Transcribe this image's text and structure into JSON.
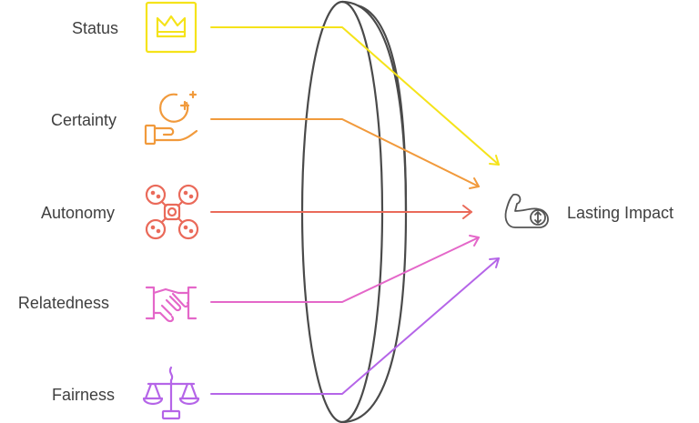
{
  "diagram": {
    "inputs": [
      {
        "label": "Status",
        "icon": "crown-icon",
        "color": "#f5e31a"
      },
      {
        "label": "Certainty",
        "icon": "hand-holding-plus-icon",
        "color": "#f19a3c"
      },
      {
        "label": "Autonomy",
        "icon": "drone-icon",
        "color": "#ea6a5a"
      },
      {
        "label": "Relatedness",
        "icon": "handshake-icon",
        "color": "#e467c9"
      },
      {
        "label": "Fairness",
        "icon": "scales-icon",
        "color": "#b565e8"
      }
    ],
    "lens_icon": "lens-icon",
    "target": {
      "label": "Lasting Impact",
      "icon": "flexed-arm-icon",
      "color": "#555555"
    }
  }
}
